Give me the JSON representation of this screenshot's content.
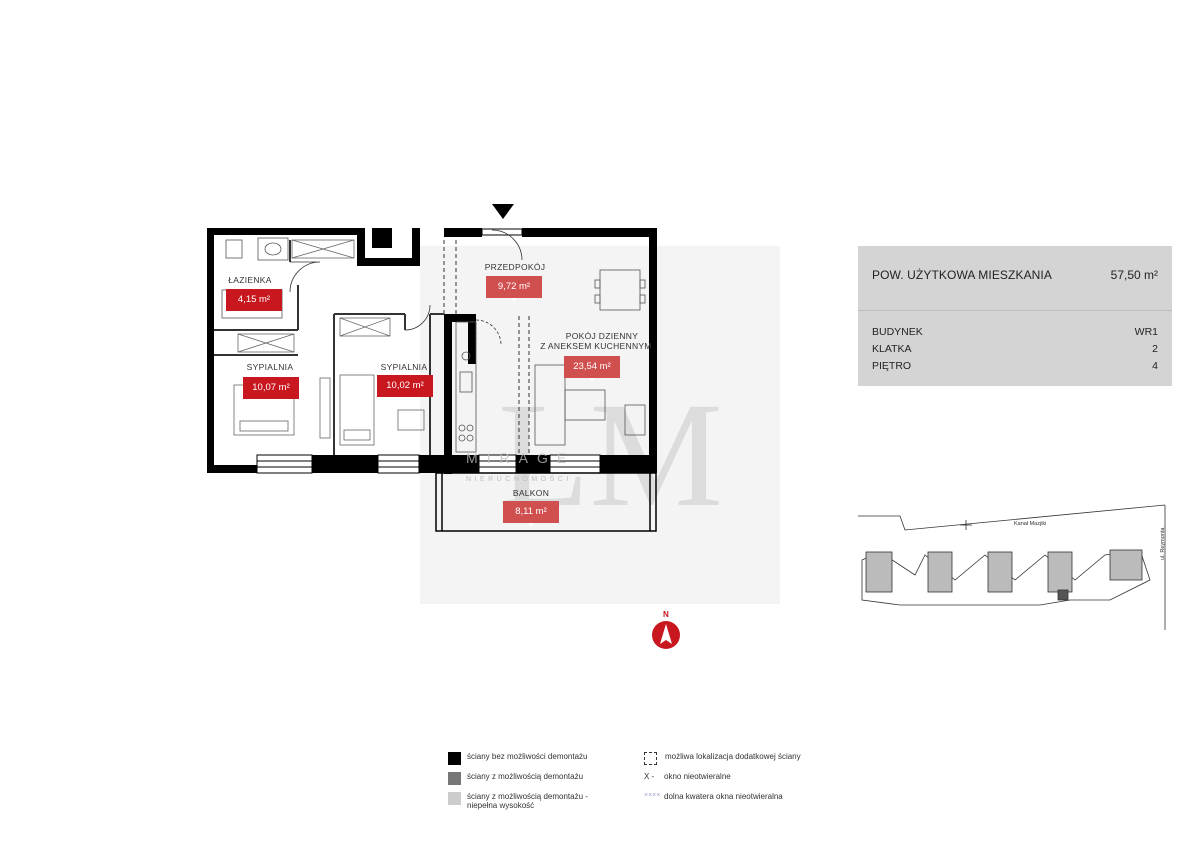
{
  "summary": {
    "area_label": "POW. UŻYTKOWA MIESZKANIA",
    "area_value": "57,50 m²",
    "rows": [
      {
        "label": "BUDYNEK",
        "value": "WR1"
      },
      {
        "label": "KLATKA",
        "value": "2"
      },
      {
        "label": "PIĘTRO",
        "value": "4"
      }
    ]
  },
  "rooms": [
    {
      "name": "ŁAZIENKA",
      "area": "4,15 m²"
    },
    {
      "name": "SYPIALNIA",
      "area": "10,07 m²"
    },
    {
      "name": "SYPIALNIA",
      "area": "10,02 m²"
    },
    {
      "name": "PRZEDPOKÓJ",
      "area": "9,72 m²"
    },
    {
      "name_line1": "POKÓJ DZIENNY",
      "name_line2": "Z ANEKSEM KUCHENNYM",
      "area": "23,54 m²"
    },
    {
      "name": "BALKON",
      "area": "8,11 m²"
    }
  ],
  "compass": {
    "label": "N"
  },
  "brand": {
    "name": "MIRAGE",
    "sub": "NIERUCHOMOŚCI"
  },
  "site_plan": {
    "canal_label": "Kanał Mazjiki",
    "street_label": "ul. Reymonta"
  },
  "legend": [
    {
      "text": "ściany bez możliwości demontażu"
    },
    {
      "text": "ściany z możliwością demontażu"
    },
    {
      "text_line1": "ściany z możliwością demontażu -",
      "text_line2": "niepełna wysokość"
    },
    {
      "text": "możliwa lokalizacja dodatkowej ściany"
    },
    {
      "symbol": "X -",
      "text": "okno nieotwieralne"
    },
    {
      "symbol": "××××",
      "text": "dolna kwatera okna nieotwieralna"
    }
  ],
  "colors": {
    "wall": "#000000",
    "wall_removable": "#777777",
    "wall_partial": "#cccccc",
    "accent": "#c8171e",
    "panel": "#d4d4d4"
  }
}
